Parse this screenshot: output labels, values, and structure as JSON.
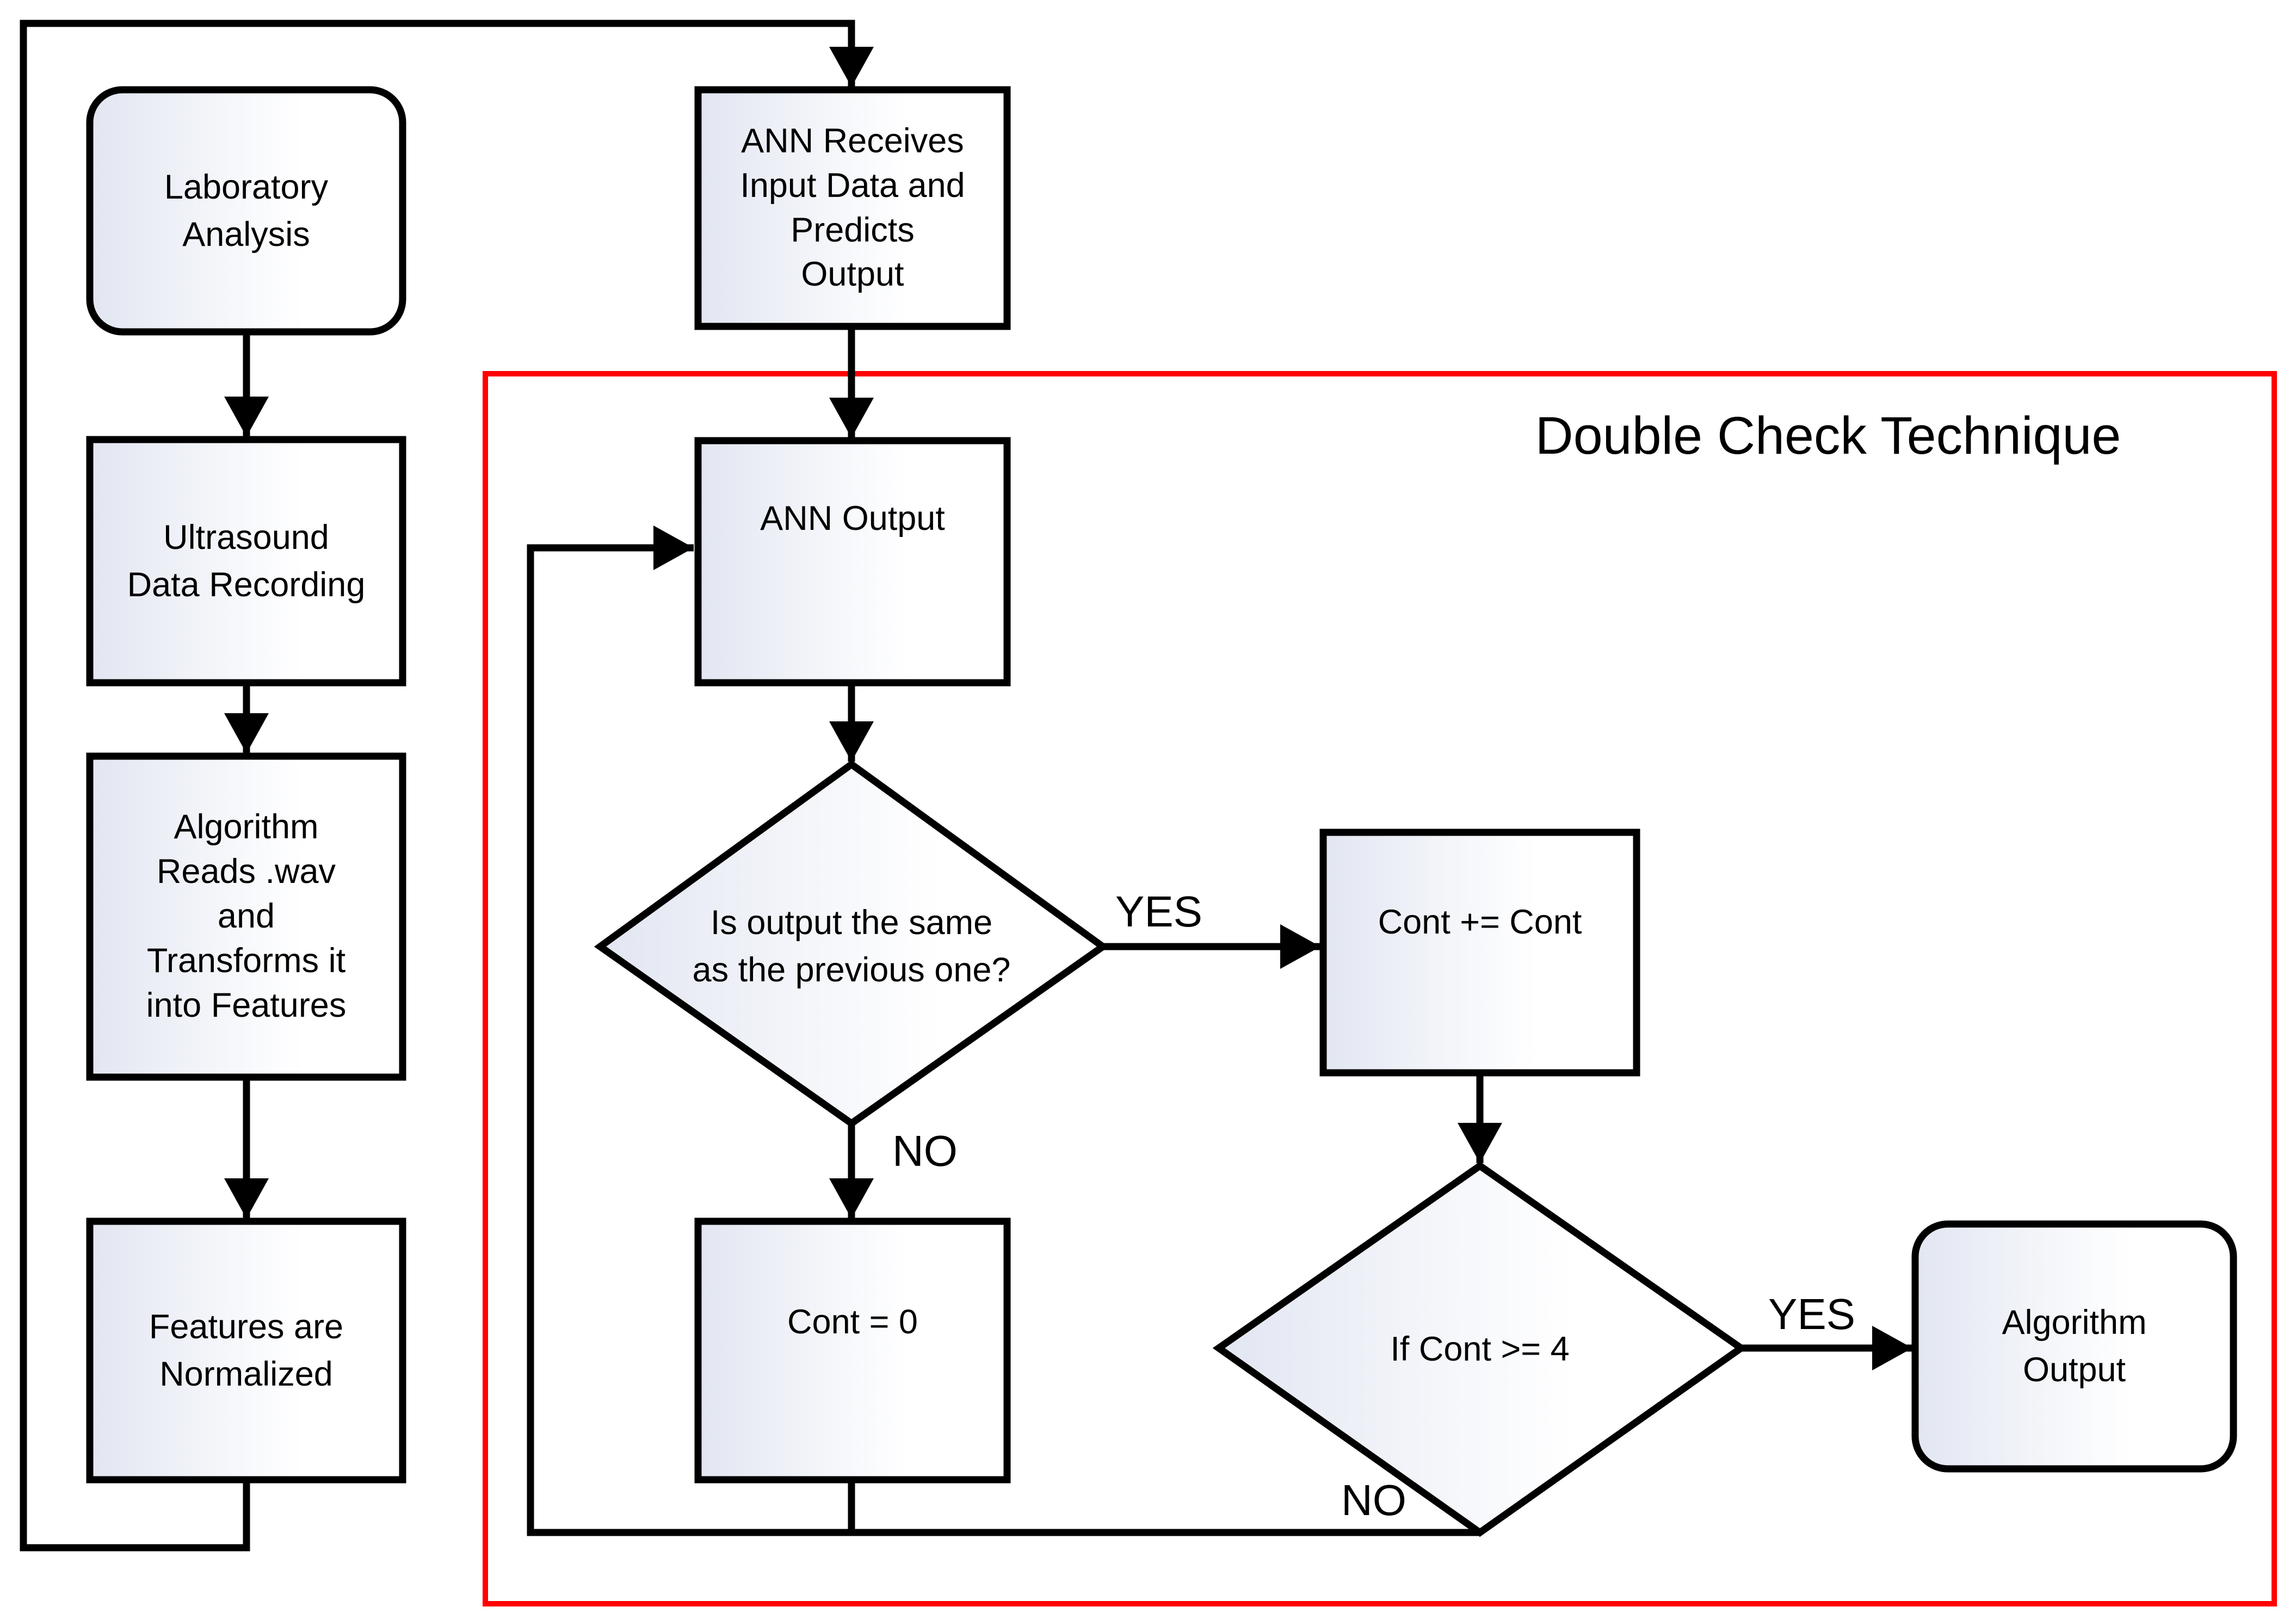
{
  "flowchart": {
    "title": "Double Check Technique",
    "nodes": {
      "laboratory_analysis": {
        "label": "Laboratory\nAnalysis",
        "shape": "rounded-rectangle"
      },
      "ultrasound_recording": {
        "label": "Ultrasound\nData Recording",
        "shape": "rectangle"
      },
      "algorithm_reads": {
        "label": "Algorithm\nReads .wav\nand\nTransforms it\ninto Features",
        "shape": "rectangle"
      },
      "features_normalized": {
        "label": "Features are\nNormalized",
        "shape": "rectangle"
      },
      "ann_receives": {
        "label": "ANN Receives\nInput Data and\nPredicts\nOutput",
        "shape": "rectangle"
      },
      "ann_output": {
        "label": "ANN Output",
        "shape": "rectangle"
      },
      "same_output_decision": {
        "label": "Is output the same\nas the previous one?",
        "shape": "diamond"
      },
      "cont_increment": {
        "label": "Cont += Cont",
        "shape": "rectangle"
      },
      "cont_reset": {
        "label": "Cont = 0",
        "shape": "rectangle"
      },
      "cont_threshold_decision": {
        "label": "If Cont >= 4",
        "shape": "diamond"
      },
      "algorithm_output": {
        "label": "Algorithm\nOutput",
        "shape": "rounded-rectangle"
      }
    },
    "edge_labels": {
      "same_output_yes": "YES",
      "same_output_no": "NO",
      "threshold_yes": "YES",
      "threshold_no": "NO"
    },
    "edges": [
      {
        "from": "laboratory_analysis",
        "to": "ultrasound_recording",
        "label": ""
      },
      {
        "from": "ultrasound_recording",
        "to": "algorithm_reads",
        "label": ""
      },
      {
        "from": "algorithm_reads",
        "to": "features_normalized",
        "label": ""
      },
      {
        "from": "features_normalized",
        "to": "ann_receives",
        "label": ""
      },
      {
        "from": "ann_receives",
        "to": "ann_output",
        "label": ""
      },
      {
        "from": "ann_output",
        "to": "same_output_decision",
        "label": ""
      },
      {
        "from": "same_output_decision",
        "to": "cont_increment",
        "label": "YES"
      },
      {
        "from": "same_output_decision",
        "to": "cont_reset",
        "label": "NO"
      },
      {
        "from": "cont_increment",
        "to": "cont_threshold_decision",
        "label": ""
      },
      {
        "from": "cont_threshold_decision",
        "to": "algorithm_output",
        "label": "YES"
      },
      {
        "from": "cont_threshold_decision",
        "to": "ann_output",
        "label": "NO"
      },
      {
        "from": "cont_reset",
        "to": "ann_output",
        "label": ""
      }
    ],
    "colors": {
      "outline": "#000000",
      "double_check_border": "#ff0000",
      "node_fill_left": "#e2e6f1",
      "node_fill_right": "#ffffff"
    }
  }
}
